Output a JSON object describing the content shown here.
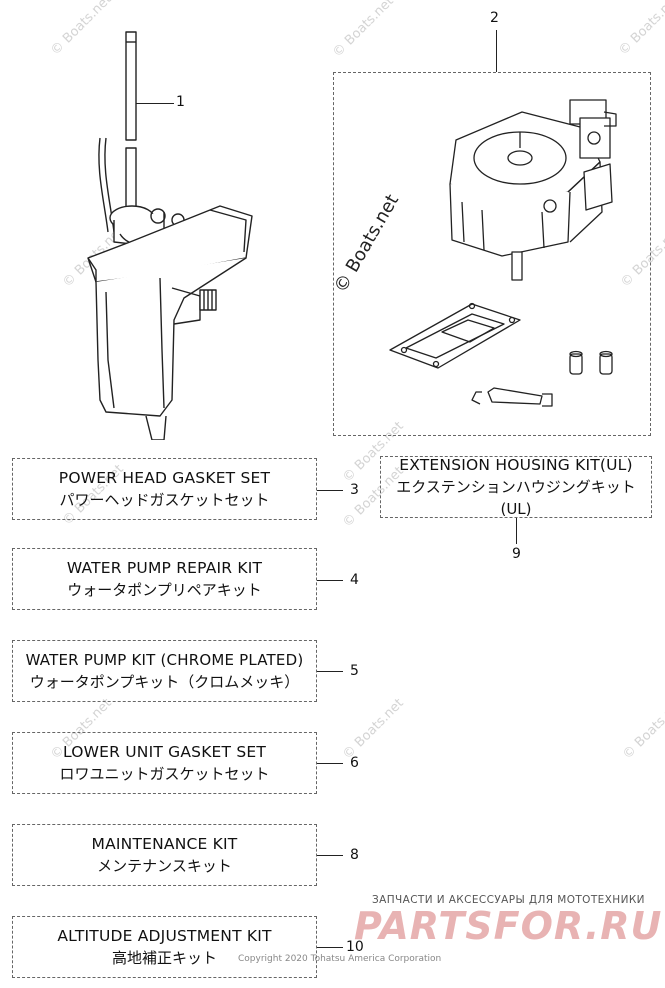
{
  "callouts": {
    "c1": "1",
    "c2": "2",
    "c3": "3",
    "c4": "4",
    "c5": "5",
    "c6": "6",
    "c8": "8",
    "c9": "9",
    "c10": "10"
  },
  "kits": {
    "power_head": {
      "en": "POWER HEAD GASKET SET",
      "jp": "パワーヘッドガスケットセット"
    },
    "extension": {
      "en": "EXTENSION HOUSING KIT(UL)",
      "jp": "エクステンションハウジングキット(UL)"
    },
    "water_pump_repair": {
      "en": "WATER PUMP REPAIR KIT",
      "jp": "ウォータポンプリペアキット"
    },
    "water_pump_chrome": {
      "en": "WATER PUMP KIT (CHROME PLATED)",
      "jp": "ウォータポンプキット（クロムメッキ）"
    },
    "lower_unit": {
      "en": "LOWER UNIT GASKET SET",
      "jp": "ロワユニットガスケットセット"
    },
    "maintenance": {
      "en": "MAINTENANCE KIT",
      "jp": "メンテナンスキット"
    },
    "altitude": {
      "en": "ALTITUDE ADJUSTMENT KIT",
      "jp": "高地補正キット"
    }
  },
  "watermark": "© Boats.net",
  "boatsnet_label": "© Boats.net",
  "copyright": "Copyright 2020 Tohatsu America Corporation",
  "partsfor": {
    "tagline": "ЗАПЧАСТИ И АКСЕССУАРЫ ДЛЯ МОТОТЕХНИКИ",
    "logo": "PARTSFOR.RU"
  },
  "colors": {
    "line": "#222222",
    "dash": "#666666",
    "watermark": "#d4d4d4",
    "partsfor": "#e8b3b3"
  }
}
